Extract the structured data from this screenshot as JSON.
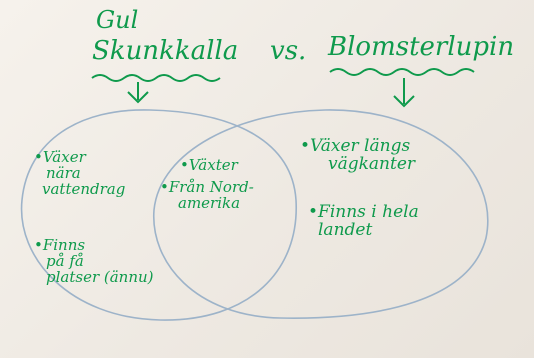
{
  "title": {
    "left_line1": "Gul",
    "left_line2": "Skunkkalla",
    "vs": "vs.",
    "right": "Blomsterlupin"
  },
  "sections": {
    "left_only": [
      "•Växer",
      "nära",
      "vattendrag",
      "•Finns",
      "på få",
      "platser (ännu)"
    ],
    "overlap": [
      "•Växter",
      "•Från Nord-",
      "amerika"
    ],
    "right_only": [
      "•Växer längs",
      "vägkanter",
      "•Finns i hela",
      "landet"
    ]
  },
  "colors": {
    "ink": "#0f9a4c",
    "circle": "#9db3c9",
    "board": "#f2ede6"
  }
}
